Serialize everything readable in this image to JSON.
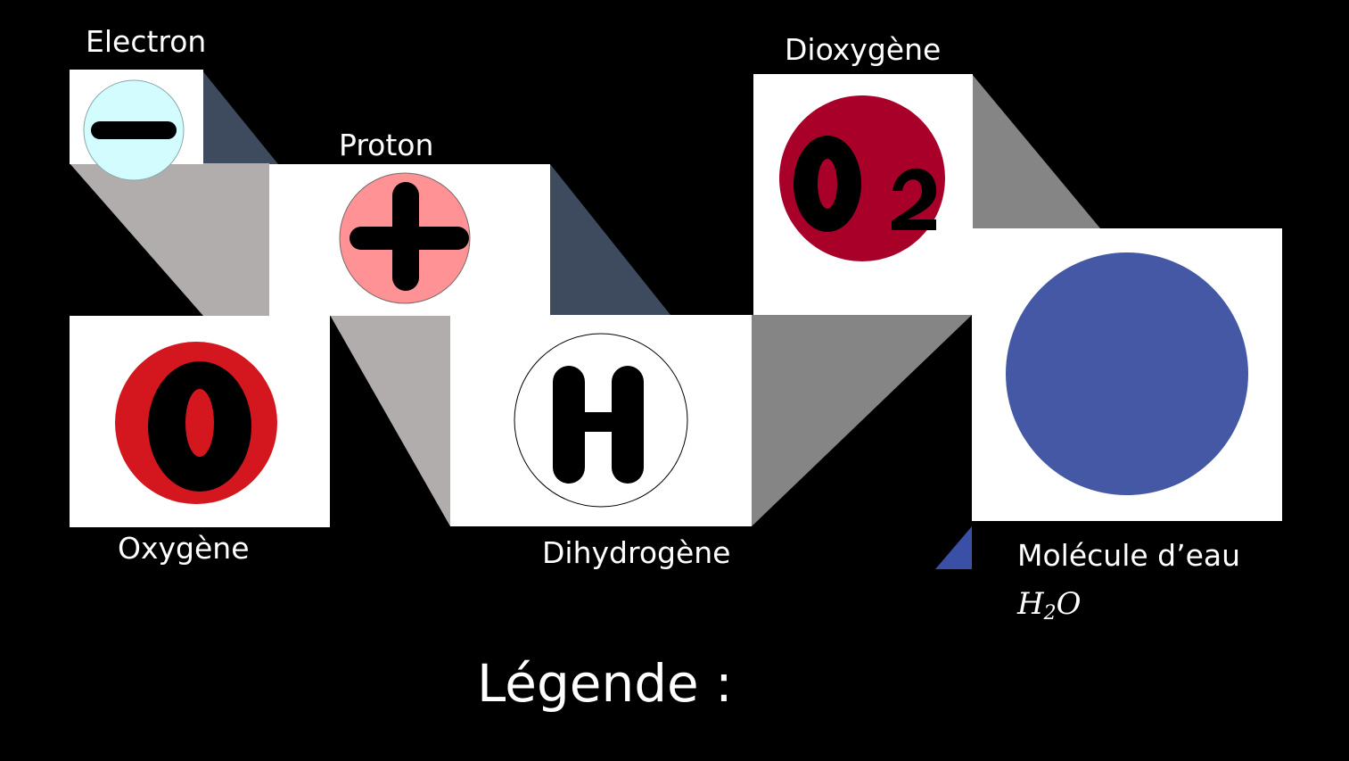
{
  "legend": {
    "title": "Légende :"
  },
  "items": {
    "electron": {
      "label": "Electron",
      "symbol": "−",
      "color": "#d2fcff",
      "icon": "minus-icon"
    },
    "proton": {
      "label": "Proton",
      "symbol": "+",
      "color": "#ff9294",
      "icon": "plus-icon"
    },
    "dioxygen": {
      "label": "Dioxygène",
      "symbol": "O2",
      "color": "#a9002a",
      "icon": "o2-icon"
    },
    "oxygen": {
      "label": "Oxygène",
      "symbol": "O",
      "color": "#d4171f",
      "icon": "o-icon"
    },
    "dihydrogen": {
      "label": "Dihydrogène",
      "symbol": "H",
      "color": "#ffffff",
      "icon": "h-icon"
    },
    "water": {
      "label": "Molécule d’eau",
      "formula_main": "H",
      "formula_sub": "2",
      "formula_end": "O",
      "color": "#4558a6",
      "icon": "water-circle-icon"
    }
  },
  "colors": {
    "background": "#000000",
    "panel": "#ffffff",
    "slate_shadow": "#3e4a5e",
    "light_gray_shadow": "#b1adad",
    "mid_gray_shadow": "#858585",
    "blue_accent": "#3a4fa6"
  }
}
